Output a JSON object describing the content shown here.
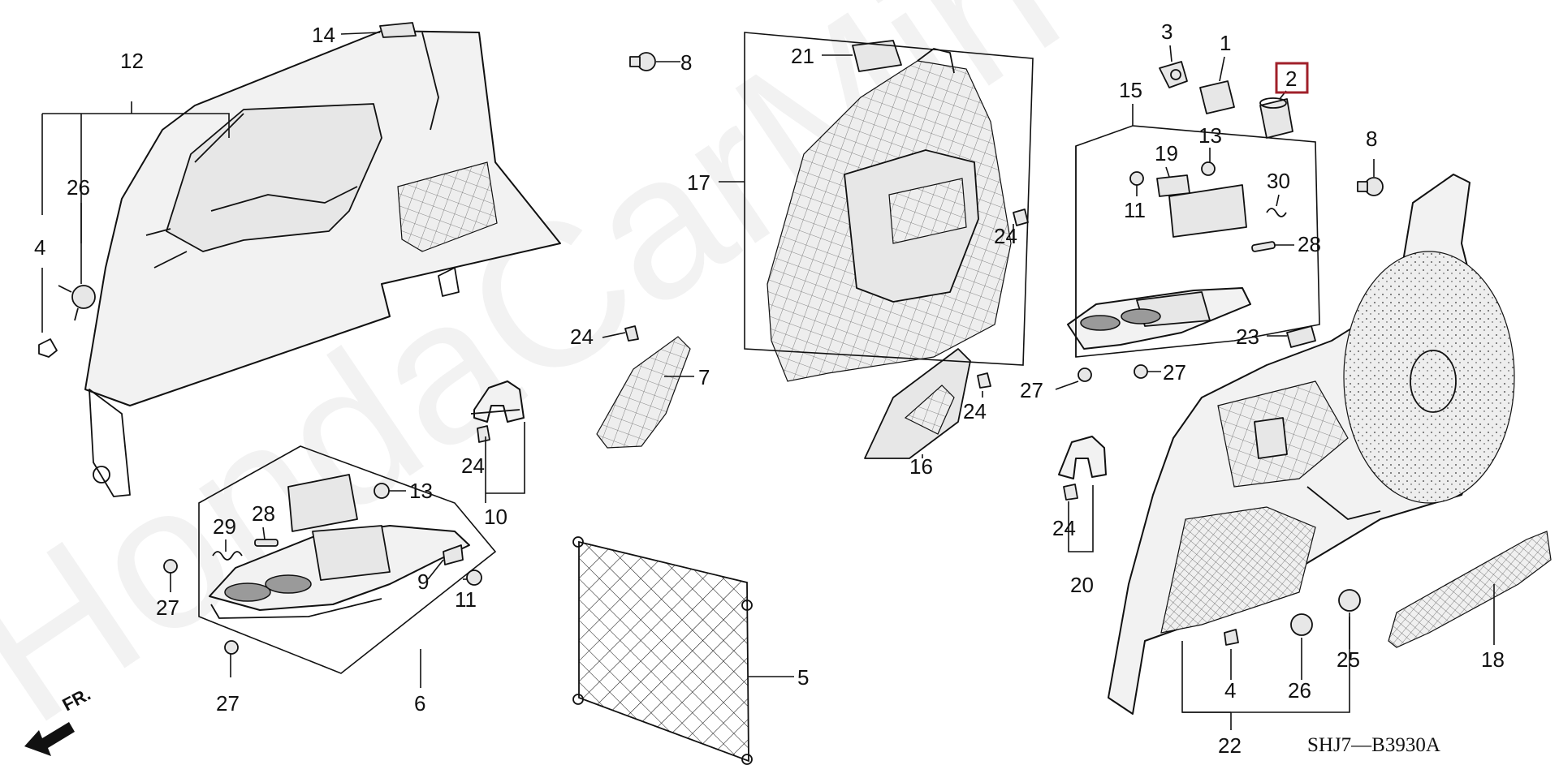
{
  "diagram": {
    "part_labels": {
      "n1": "1",
      "n2": "2",
      "n3": "3",
      "n4a": "4",
      "n4b": "4",
      "n5": "5",
      "n6": "6",
      "n7": "7",
      "n8a": "8",
      "n8b": "8",
      "n9": "9",
      "n10": "10",
      "n11a": "11",
      "n11b": "11",
      "n12": "12",
      "n13a": "13",
      "n13b": "13",
      "n14": "14",
      "n15": "15",
      "n16": "16",
      "n17": "17",
      "n18": "18",
      "n19": "19",
      "n20": "20",
      "n21": "21",
      "n22": "22",
      "n23": "23",
      "n24a": "24",
      "n24b": "24",
      "n24c": "24",
      "n24d": "24",
      "n24e": "24",
      "n25": "25",
      "n26a": "26",
      "n26b": "26",
      "n27a": "27",
      "n27b": "27",
      "n27c": "27",
      "n27d": "27",
      "n28a": "28",
      "n28b": "28",
      "n29": "29",
      "n30": "30"
    },
    "highlight_color": "#a0202a",
    "diagram_code": "SHJ7—B3930A",
    "front_indicator": "FR.",
    "watermark": "HondaCarMirror.ru"
  }
}
